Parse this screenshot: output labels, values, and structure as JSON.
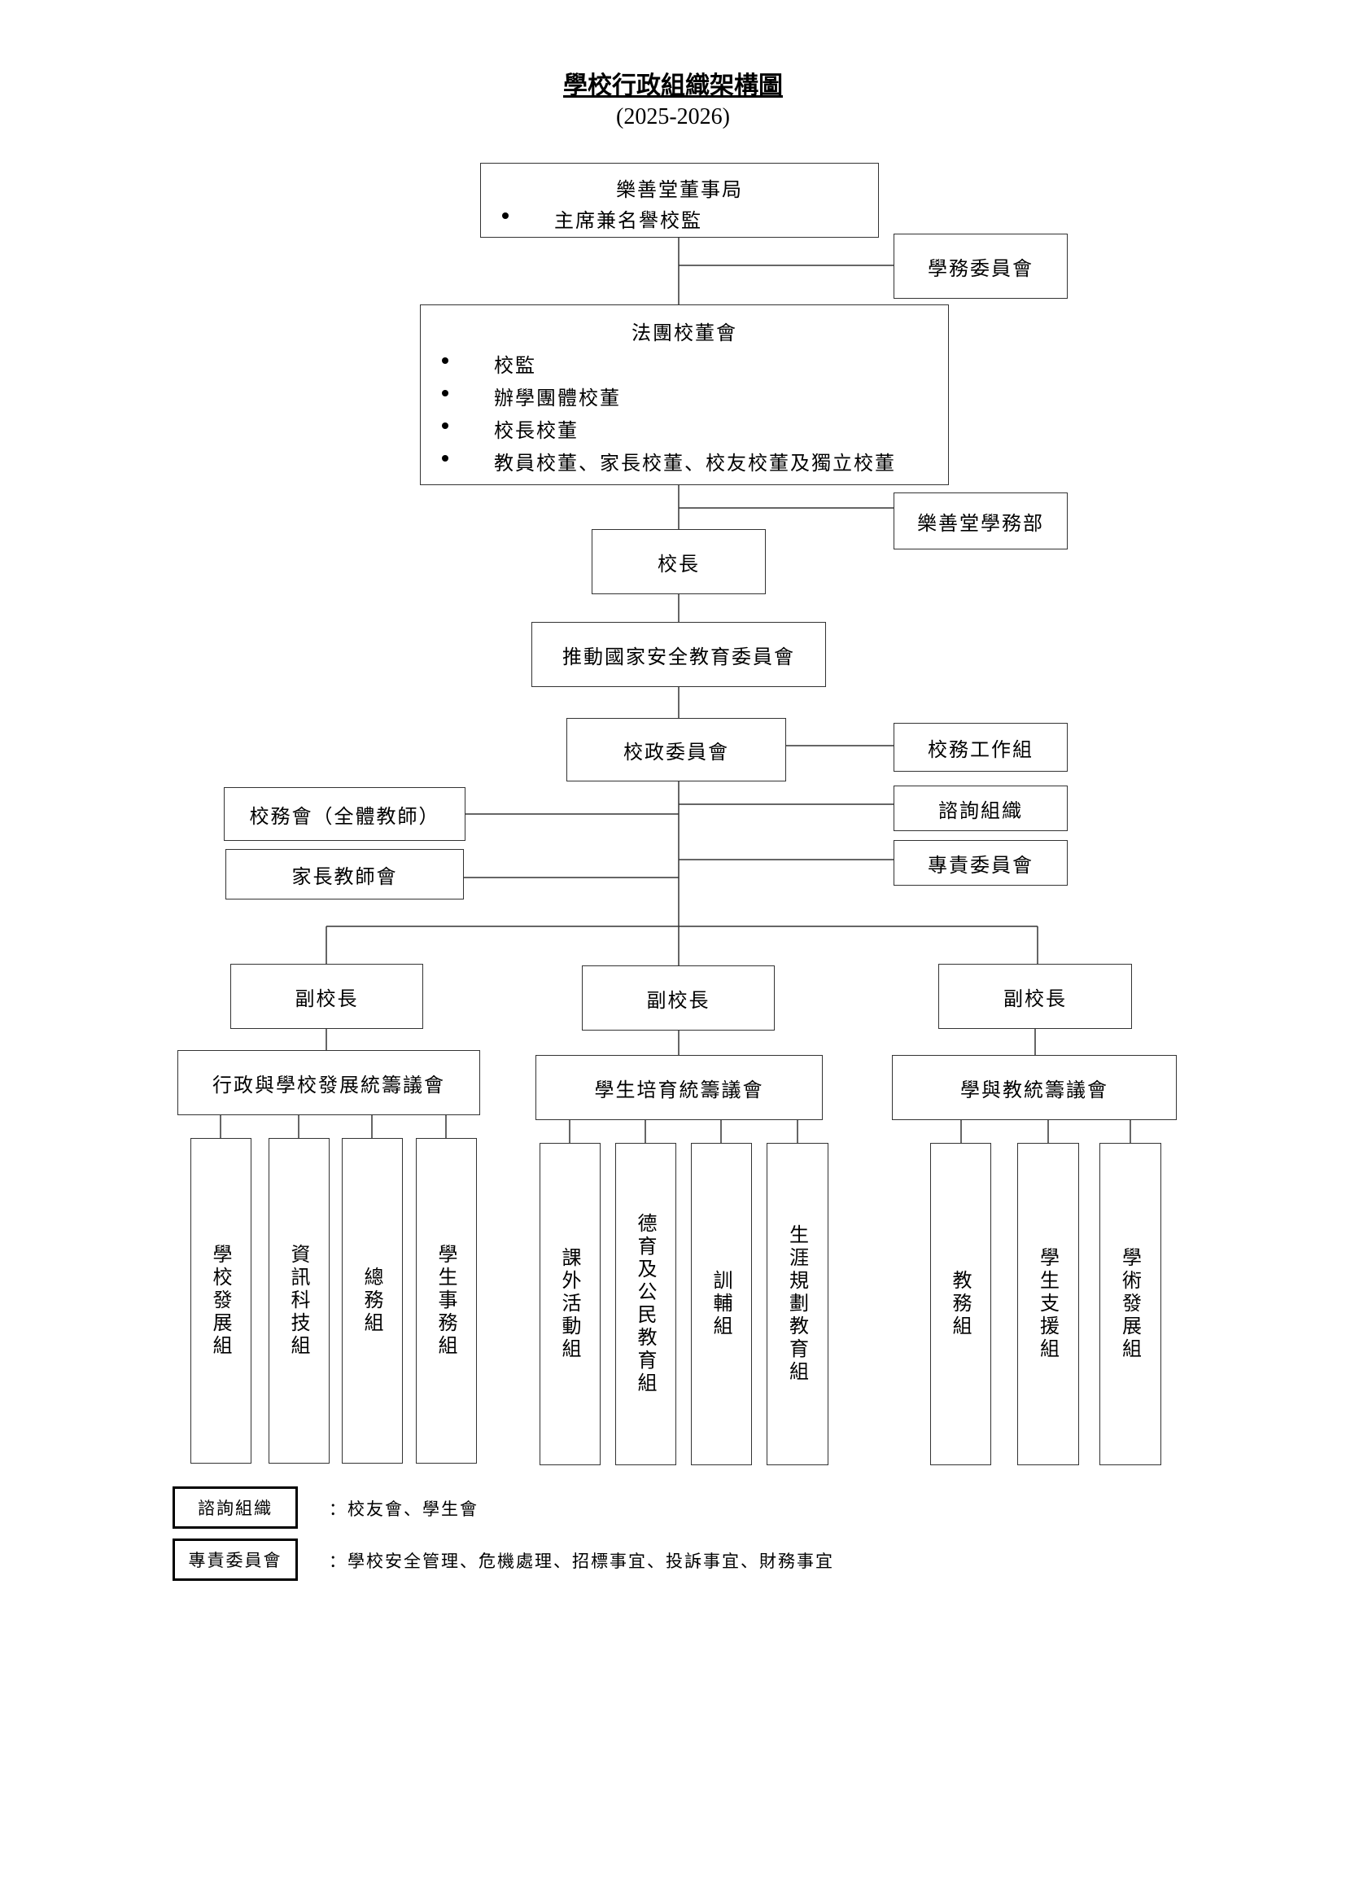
{
  "title": "學校行政組織架構圖",
  "year": "(2025-2026)",
  "board": {
    "name": "樂善堂董事局",
    "bullets": [
      "主席兼名譽校監"
    ]
  },
  "academic_committee": "學務委員會",
  "imc": {
    "name": "法團校董會",
    "bullets": [
      "校監",
      "辦學團體校董",
      "校長校董",
      "教員校董、家長校董、校友校董及獨立校董"
    ]
  },
  "education_dept": "樂善堂學務部",
  "principal": "校長",
  "nse_committee": "推動國家安全教育委員會",
  "admin_committee": "校政委員會",
  "school_affairs_team": "校務工作組",
  "staff_meeting": "校務會（全體教師）",
  "advisory": "諮詢組織",
  "pta": "家長教師會",
  "special_committee": "專責委員會",
  "vps": [
    "副校長",
    "副校長",
    "副校長"
  ],
  "councils": [
    "行政與學校發展統籌議會",
    "學生培育統籌議會",
    "學與教統籌議會"
  ],
  "groups": [
    [
      "學校發展組",
      "資訊科技組",
      "總務組",
      "學生事務組"
    ],
    [
      "課外活動組",
      "德育及公民教育組",
      "訓輔組",
      "生涯規劃教育組"
    ],
    [
      "教務組",
      "學生支援組",
      "學術發展組"
    ]
  ],
  "legend": [
    {
      "label": "諮詢組織",
      "text": "：校友會、學生會"
    },
    {
      "label": "專責委員會",
      "text": "：學校安全管理、危機處理、招標事宜、投訴事宜、財務事宜"
    }
  ]
}
